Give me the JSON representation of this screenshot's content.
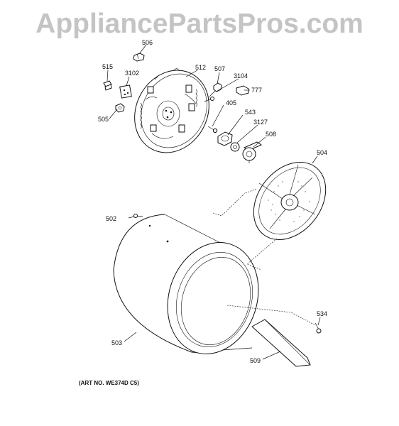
{
  "watermark": "AppliancePartsPros.com",
  "art_number": "(ART NO. WE374D C5)",
  "callouts": {
    "c506": "506",
    "c515": "515",
    "c3102": "3102",
    "c512": "512",
    "c507": "507",
    "c3104": "3104",
    "c777": "777",
    "c505": "505",
    "c405": "405",
    "c543": "543",
    "c3127": "3127",
    "c508": "508",
    "c504": "504",
    "c502": "502",
    "c534": "534",
    "c503": "503",
    "c509": "509"
  }
}
